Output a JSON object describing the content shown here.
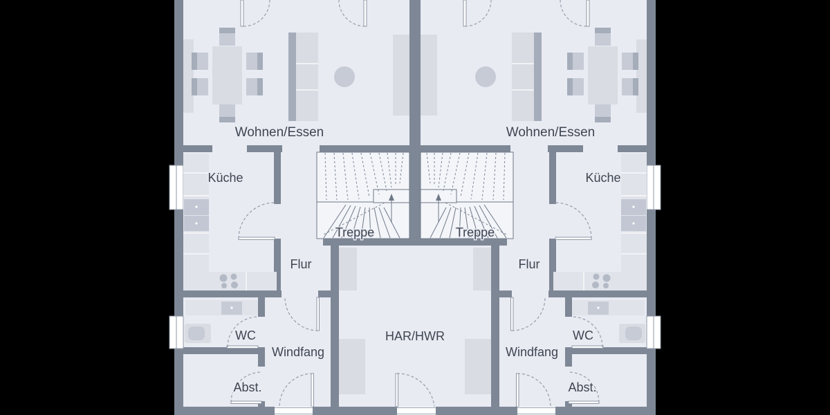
{
  "floorplan": {
    "rooms": {
      "left": {
        "living_dining": "Wohnen/Essen",
        "kitchen": "Küche",
        "staircase": "Treppe",
        "hallway": "Flur",
        "wc": "WC",
        "vestibule": "Windfang",
        "storage": "Abst."
      },
      "right": {
        "living_dining": "Wohnen/Essen",
        "kitchen": "Küche",
        "staircase": "Treppe",
        "hallway": "Flur",
        "wc": "WC",
        "vestibule": "Windfang",
        "storage": "Abst."
      },
      "center": {
        "utility": "HAR/HWR"
      }
    },
    "colors": {
      "background": "#000000",
      "floor": "#e9ebf3",
      "stair_floor": "#f3f5f9",
      "wall": "#7e8795",
      "window": "#ffffff",
      "furniture_light": "#d9dce3",
      "furniture_mid": "#c6cbd6",
      "furniture_dark": "#a5acba",
      "text": "#3e4550"
    }
  }
}
